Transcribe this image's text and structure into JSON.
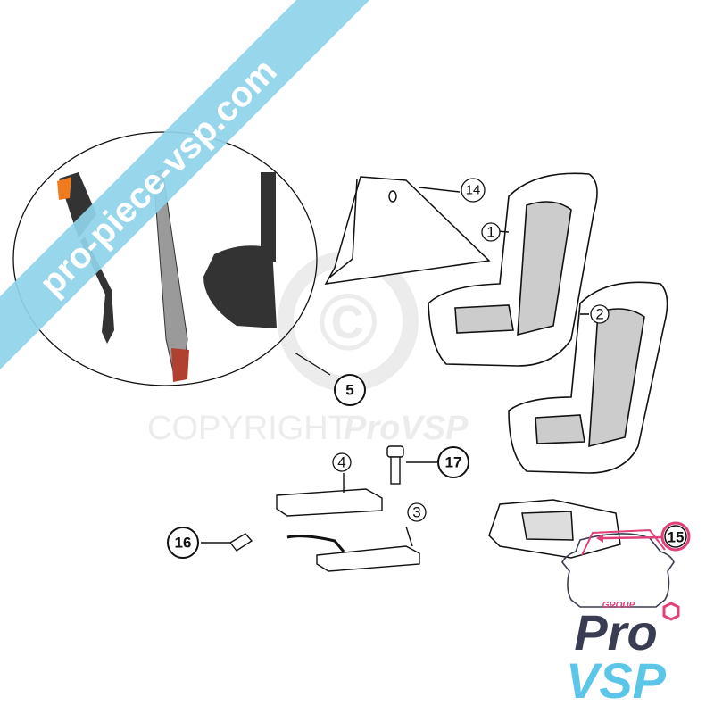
{
  "watermark_url": "pro-piece-vsp.com",
  "copyright_watermark": {
    "label": "COPYRIGHT",
    "brand": "ProVSP",
    "symbol": "©"
  },
  "callouts": [
    {
      "number": "1"
    },
    {
      "number": "2"
    },
    {
      "number": "3"
    },
    {
      "number": "4"
    },
    {
      "number": "5"
    },
    {
      "number": "14"
    },
    {
      "number": "15"
    },
    {
      "number": "16"
    },
    {
      "number": "17"
    }
  ],
  "logo": {
    "group": "GROUP",
    "pro": "Pro",
    "vsp": "VSP"
  },
  "colors": {
    "band": "#8fd3ea",
    "logo_dark": "#3a3d52",
    "logo_blue": "#5cc6e8",
    "logo_pink": "#e0407a",
    "buckle_orange": "#f07b1f"
  }
}
